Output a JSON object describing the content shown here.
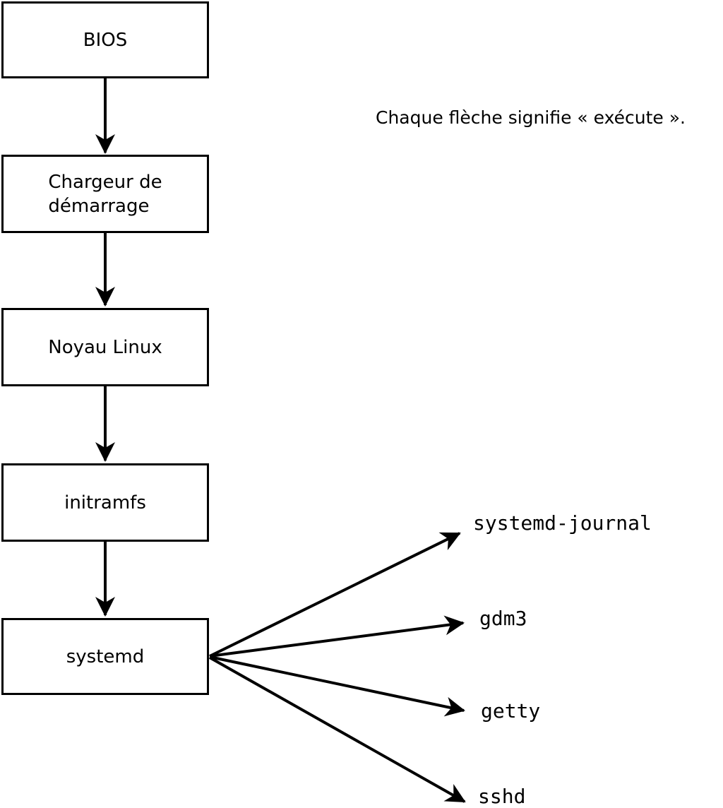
{
  "diagram": {
    "caption": "Chaque flèche signifie « exécute ».",
    "boot_chain": [
      {
        "id": "bios",
        "label": "BIOS"
      },
      {
        "id": "bootloader",
        "label": "Chargeur de\ndémarrage"
      },
      {
        "id": "kernel",
        "label": "Noyau Linux"
      },
      {
        "id": "initramfs",
        "label": "initramfs"
      },
      {
        "id": "systemd",
        "label": "systemd"
      }
    ],
    "spawned_services": [
      {
        "label": "systemd-journal"
      },
      {
        "label": "gdm3"
      },
      {
        "label": "getty"
      },
      {
        "label": "sshd"
      }
    ],
    "colors": {
      "line": "#000000",
      "box_border": "#000000",
      "box_fill": "#ffffff",
      "background": "#ffffff",
      "text": "#000000"
    }
  }
}
